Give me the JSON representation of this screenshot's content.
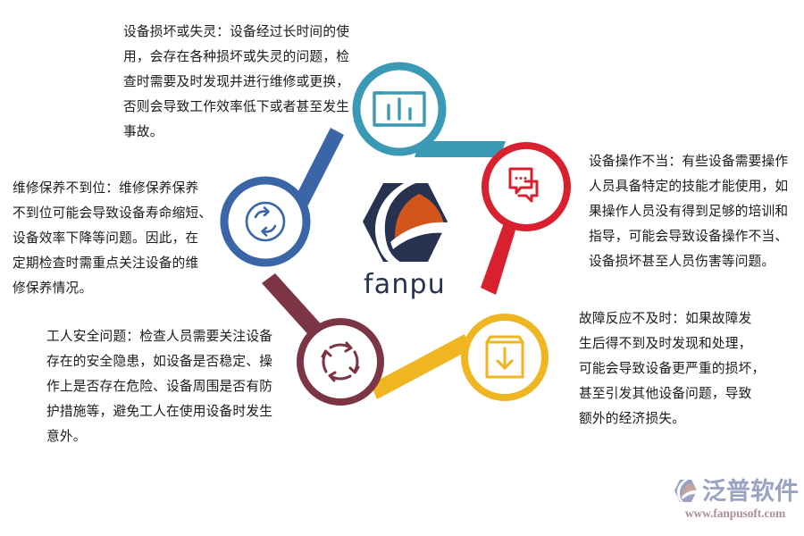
{
  "brand": {
    "wordmark": "fanpu",
    "logo_colors": {
      "navy": "#26324f",
      "orange": "#d2561b"
    }
  },
  "watermark": {
    "company_cn": "泛普软件",
    "url": "www.fanpusoft.com",
    "color_cn": "#9aa3c4",
    "color_url": "#b08ca0"
  },
  "nodes": [
    {
      "id": "damage",
      "icon": "bar-chart-icon",
      "color": "#3a9ab5",
      "position": "top",
      "text": "设备损坏或失灵：设备经过长时间的使\n用，会存在各种损坏或失灵的问题，检\n查时需要及时发现并进行维修或更换，\n否则会导致工作效率低下或者甚至发生\n事故。"
    },
    {
      "id": "misuse",
      "icon": "chat-bubbles-icon",
      "color": "#d8202f",
      "position": "right-top",
      "text": "设备操作不当：有些设备需要操作\n人员具备特定的技能才能使用，如\n果操作人员没有得到足够的培训和\n指导，可能会导致设备操作不当、\n设备损坏甚至人员伤害等问题。"
    },
    {
      "id": "response",
      "icon": "box-download-icon",
      "color": "#efb622",
      "position": "right-bottom",
      "text": "故障反应不及时：如果故障发\n生后得不到及时发现和处理，\n可能会导致设备更严重的损坏，\n甚至引发其他设备问题，导致\n额外的经济损失。"
    },
    {
      "id": "safety",
      "icon": "recycle-arrows-icon",
      "color": "#7c3545",
      "position": "bottom",
      "text": "工人安全问题：检查人员需要关注设备\n存在的安全隐患，如设备是否稳定、操\n作上是否存在危险、设备周围是否有防\n护措施等，避免工人在使用设备时发生\n意外。"
    },
    {
      "id": "maintenance",
      "icon": "sync-refresh-icon",
      "color": "#3a66a8",
      "position": "left",
      "text": "维修保养不到位：维修保养保养\n不到位可能会导致设备寿命缩短、\n设备效率下降等问题。因此，在\n定期检查时需重点关注设备的维\n修保养情况。"
    }
  ]
}
